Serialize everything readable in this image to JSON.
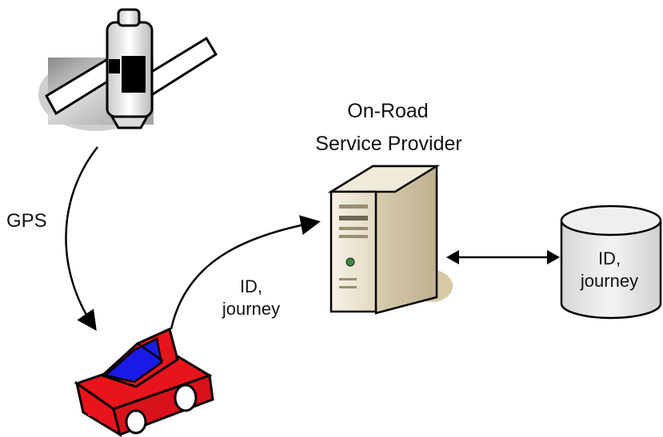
{
  "labels": {
    "provider_line1": "On-Road",
    "provider_line2": "Service Provider",
    "gps": "GPS",
    "flow_line1": "ID,",
    "flow_line2": "journey",
    "db_line1": "ID,",
    "db_line2": "journey"
  },
  "icons": {
    "satellite": "satellite-icon",
    "car": "car-icon",
    "server": "server-icon",
    "database": "database-icon"
  },
  "colors": {
    "car_body": "#e8141c",
    "car_window": "#1a1ae6",
    "arrows": "#000000",
    "server_case": "#e9e2cf",
    "database_fill": "#e8e8e8"
  }
}
